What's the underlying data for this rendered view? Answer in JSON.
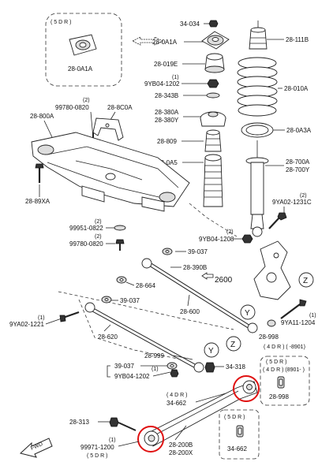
{
  "labels": {
    "l_5dr_top": "( 5 D R )",
    "l_280a1a_box": "28-0A1A",
    "l_34034": "34-034",
    "l_280a1a": "28-0A1A",
    "l_28111b": "28-111B",
    "l_28019e": "28-019E",
    "l_1a": "(1)",
    "l_9yb041202a": "9YB04-1202",
    "l_28343b": "28-343B",
    "l_28010a": "28-010A",
    "l_28380a": "28-380A",
    "l_28380y": "28-380Y",
    "l_280a3a": "28-0A3A",
    "l_28809": "28-809",
    "l_280a5": "28-0A5",
    "l_28700a": "28-700A",
    "l_28700y": "28-700Y",
    "l_2b": "(2)",
    "l_99780_0820a": "99780-0820",
    "l_288c0a": "28-8C0A",
    "l_28800a": "28-800A",
    "l_2c": "(2)",
    "l_9ya021231c": "9YA02-1231C",
    "l_2889xa": "28-89XA",
    "l_2d": "(2)",
    "l_99951_0822": "99951-0822",
    "l_2e": "(2)",
    "l_99780_0820b": "99780-0820",
    "l_2f": "(2)",
    "l_9yb041208": "9YB04-1208",
    "l_39037a": "39-037",
    "l_28390b": "28-390B",
    "l_2600": "2600",
    "l_28664": "28-664",
    "l_z1": "Z",
    "l_39037b": "39-037",
    "l_y1": "Y",
    "l_1b": "(1)",
    "l_9ya021221": "9YA02-1221",
    "l_28600": "28-600",
    "l_1c": "(1)",
    "l_9ya111204": "9YA11-1204",
    "l_28620": "28-620",
    "l_28998a": "28-998",
    "l_4dr8901a": "( 4 D R ) ( -8901)",
    "l_y2": "Y",
    "l_z2": "Z",
    "l_28999": "28-999",
    "l_39037c": "39-037",
    "l_34318": "34-318",
    "l_1d": "(1)",
    "l_9yb041202b": "9YB04-1202",
    "l_5dr_r": "( 5 D R )",
    "l_4dr8901b": "( 4 D R ) (8901- )",
    "l_28998b": "28-998",
    "l_4dr_a": "( 4 D R )",
    "l_34662a": "34-662",
    "l_28313": "28-313",
    "l_5dr_box2": "( 5 D R )",
    "l_1e": "(1)",
    "l_99971_1200": "99971-1200",
    "l_5dr_low": "( 5 D R )",
    "l_28200b": "28-200B",
    "l_28200x": "28-200X",
    "l_34662b": "34-662",
    "l_fwd": "FWD"
  }
}
